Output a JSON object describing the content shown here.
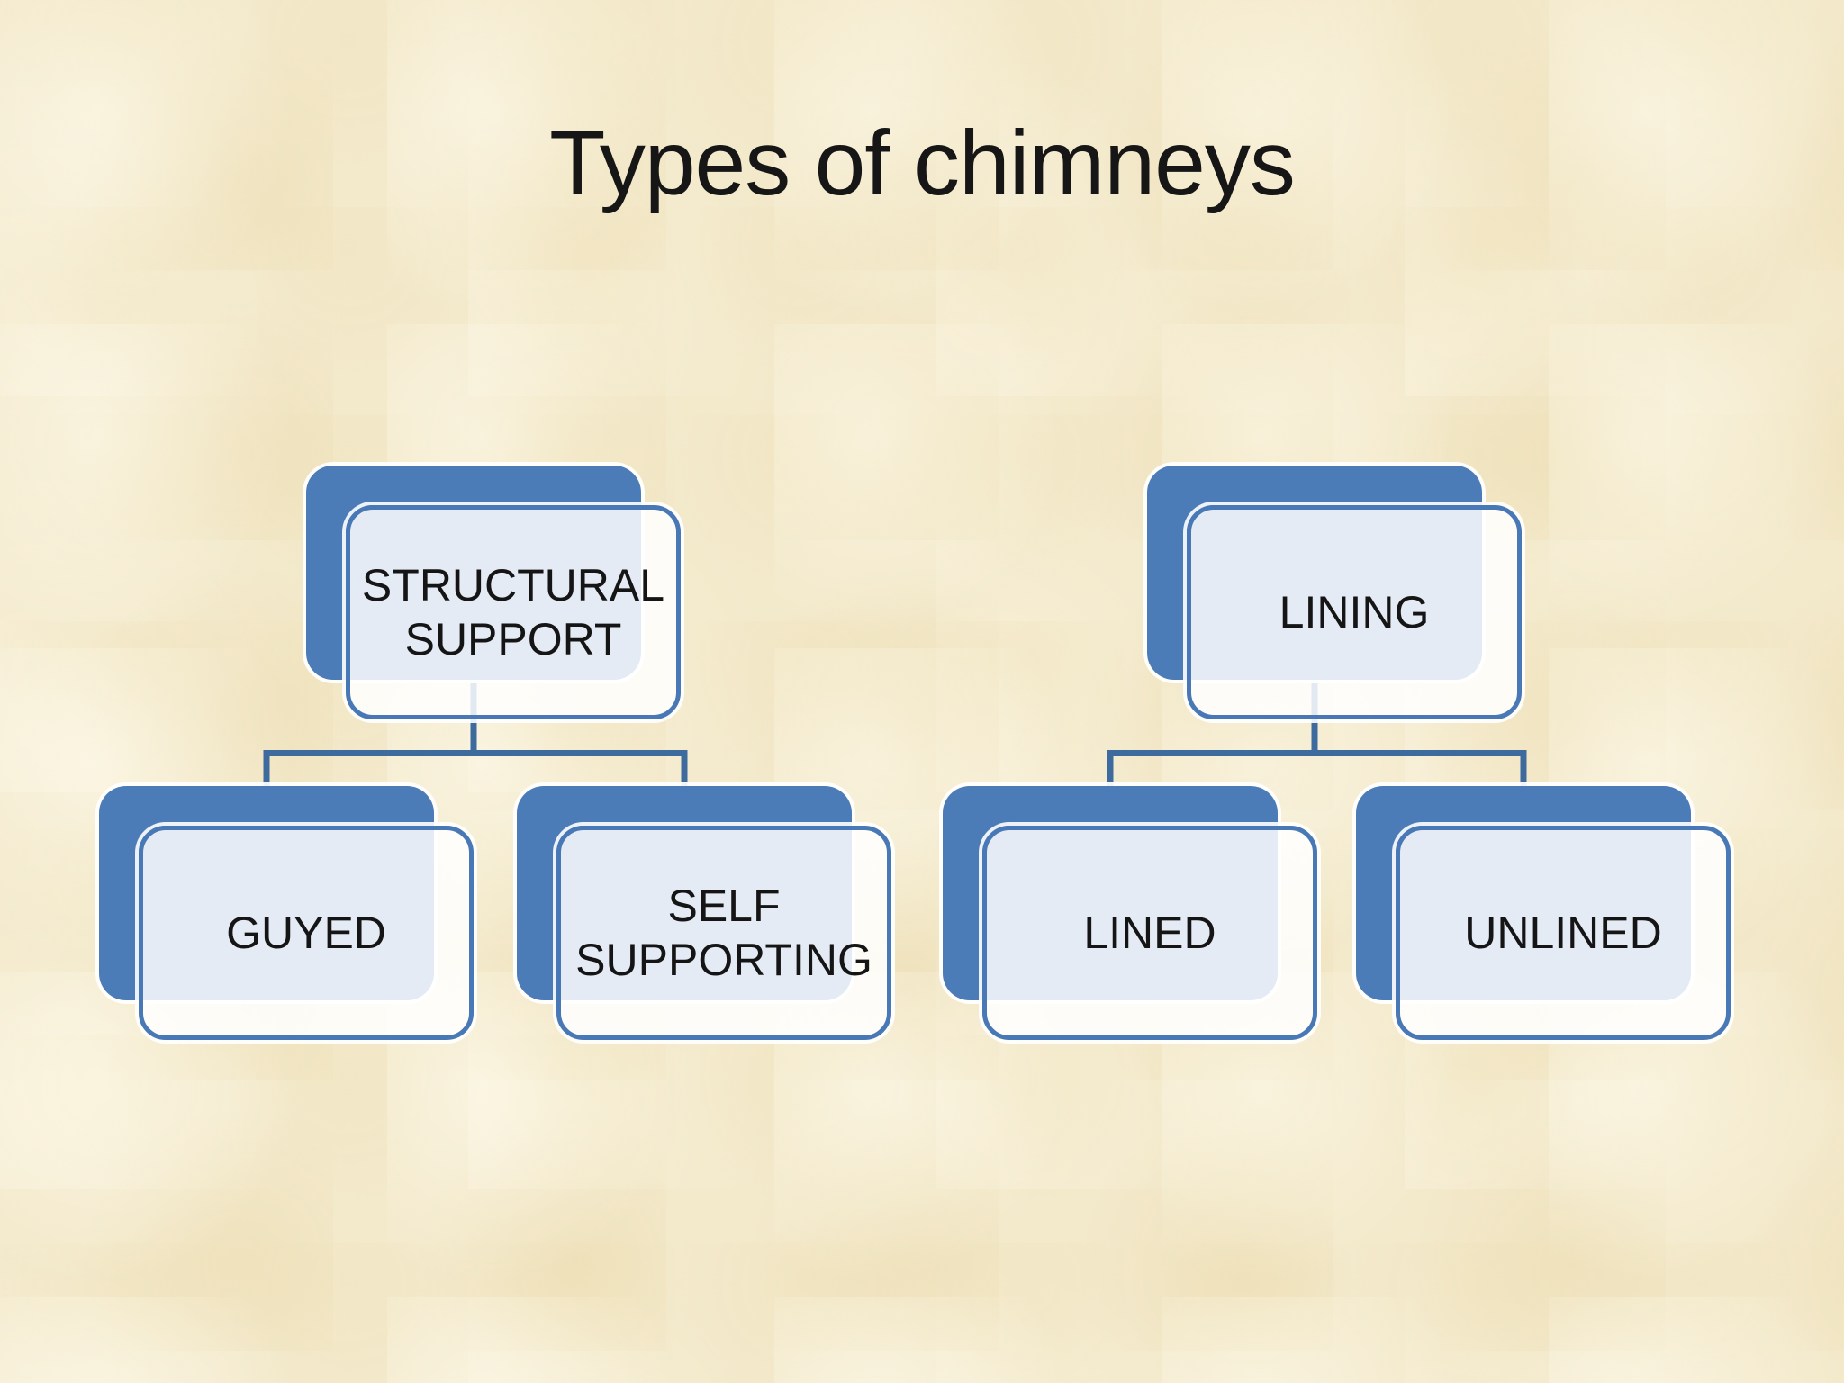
{
  "slide_title": "Types of chimneys",
  "colors": {
    "background": "#F3E9CB",
    "card_back_blue": "#4C7CB8",
    "card_front_fill": "rgba(255,255,255,0.85)",
    "card_front_border": "#4878B6",
    "card_outline_white": "#FFFFFF",
    "connector_blue": "#3E6B9E",
    "text_black": "#161616"
  },
  "diagram": {
    "trees": [
      {
        "parent": {
          "label": "STRUCTURAL SUPPORT"
        },
        "children": [
          {
            "label": "GUYED"
          },
          {
            "label": "SELF SUPPORTING"
          }
        ]
      },
      {
        "parent": {
          "label": "LINING"
        },
        "children": [
          {
            "label": "LINED"
          },
          {
            "label": "UNLINED"
          }
        ]
      }
    ]
  }
}
